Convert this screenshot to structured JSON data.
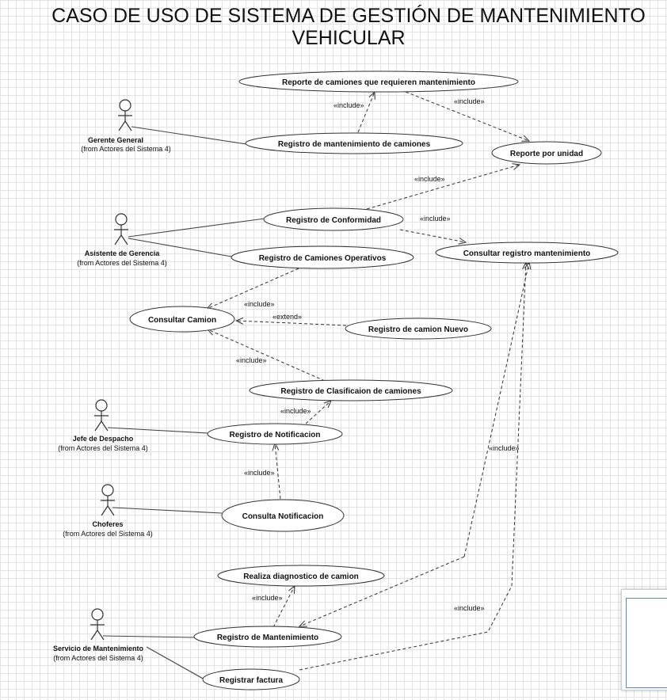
{
  "title": {
    "line1": "CASO DE USO DE SISTEMA DE GESTIÓN DE MANTENIMIENTO",
    "line2": "VEHICULAR"
  },
  "actors": [
    {
      "id": "gerente",
      "name": "Gerente General",
      "from": "(from Actores del Sistema 4)"
    },
    {
      "id": "asistente",
      "name": "Asistente de Gerencia",
      "from": "(from Actores del Sistema 4)"
    },
    {
      "id": "jefe",
      "name": "Jefe de Despacho",
      "from": "(from Actores del Sistema 4)"
    },
    {
      "id": "choferes",
      "name": "Choferes",
      "from": "(from Actores del Sistema 4)"
    },
    {
      "id": "servicio",
      "name": "Servicio de Mantenimiento",
      "from": "(from Actores del Sistema 4)"
    }
  ],
  "use_cases": {
    "reporte_camiones": "Reporte de camiones que requieren mantenimiento",
    "registro_mant_camiones": "Registro de mantenimiento de camiones",
    "reporte_unidad": "Reporte por unidad",
    "registro_conformidad": "Registro de Conformidad",
    "consultar_registro_mant": "Consultar registro mantenimiento",
    "registro_operativos": "Registro de Camiones Operativos",
    "consultar_camion": "Consultar Camion",
    "registro_nuevo": "Registro de camion Nuevo",
    "registro_clasificacion": "Registro de Clasificaion de camiones",
    "registro_notificacion": "Registro de Notificacion",
    "consulta_notificacion": "Consulta Notificacion",
    "realiza_diagnostico": "Realiza diagnostico de camion",
    "registro_mantenimiento": "Registro de Mantenimiento",
    "registrar_factura": "Registrar factura"
  },
  "stereotypes": {
    "include": "«include»",
    "extend": "«extend»"
  }
}
